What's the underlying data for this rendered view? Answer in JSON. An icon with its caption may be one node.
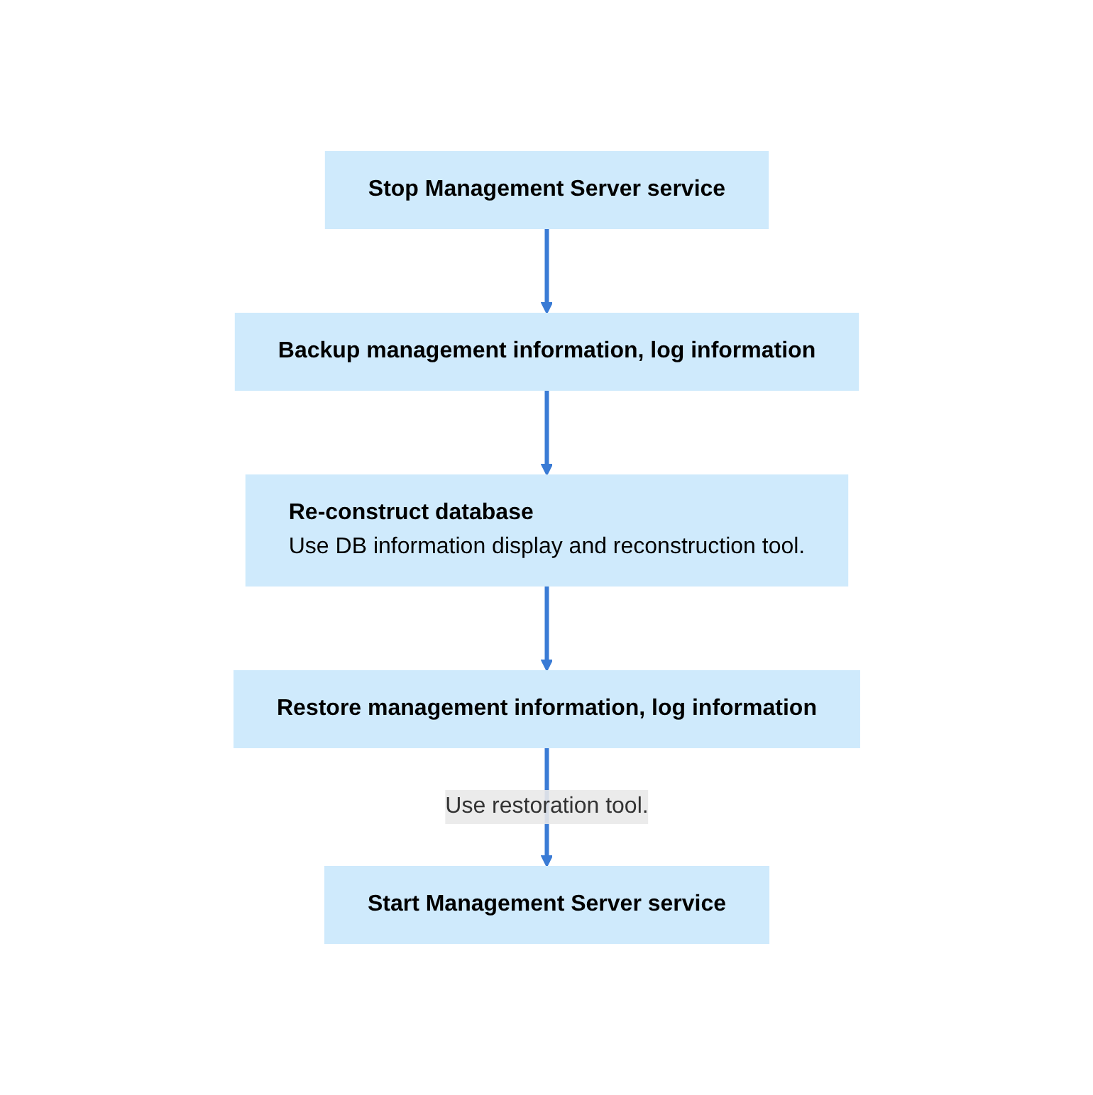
{
  "diagram": {
    "nodes": [
      {
        "text": [
          "Stop Management Server service"
        ]
      },
      {
        "text": [
          "Backup management information, log information"
        ]
      },
      {
        "text": [
          "Re-construct database",
          "Use DB information display and reconstruction tool."
        ]
      },
      {
        "text": [
          "Restore management information, log information"
        ]
      },
      {
        "text": [
          "Start Management Server service"
        ]
      }
    ],
    "edges": [
      {
        "from": 0,
        "to": 1,
        "arrow": "to"
      },
      {
        "from": 1,
        "to": 2,
        "arrow": "to"
      },
      {
        "from": 2,
        "to": 3,
        "arrow": "to"
      },
      {
        "from": 3,
        "to": 4,
        "arrow": "to",
        "label": "Use restoration tool."
      }
    ]
  }
}
